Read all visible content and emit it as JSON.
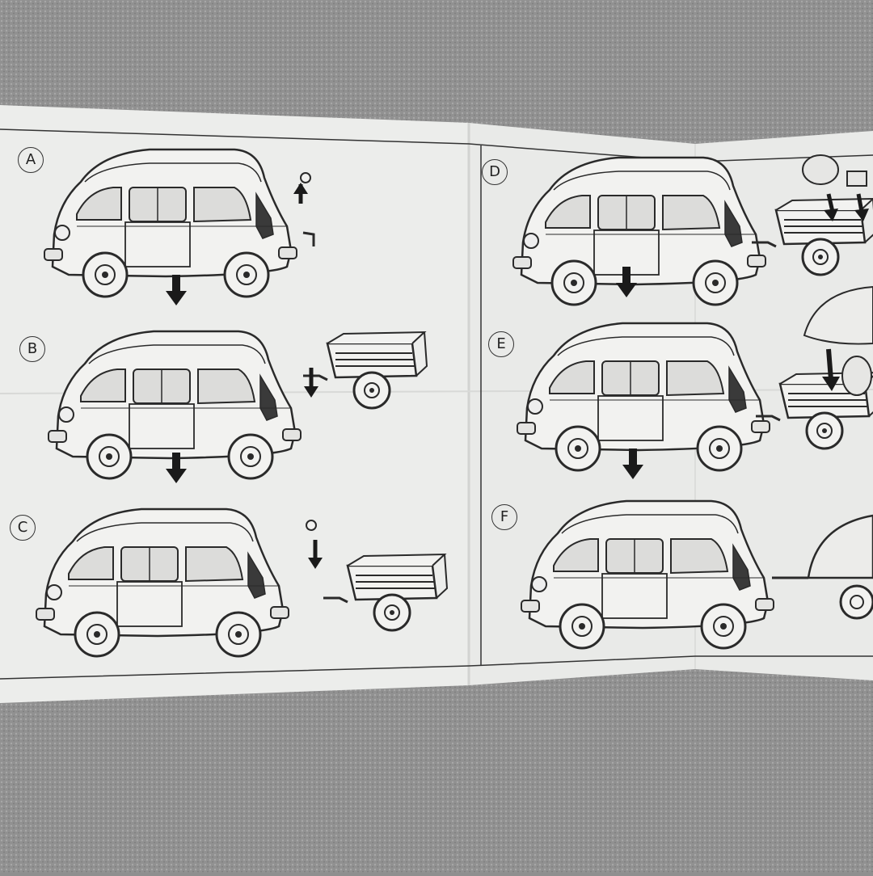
{
  "steps": [
    {
      "label": "A"
    },
    {
      "label": "B"
    },
    {
      "label": "C"
    },
    {
      "label": "D"
    },
    {
      "label": "E"
    },
    {
      "label": "F"
    }
  ],
  "colors": {
    "surface": "#8f8f8f",
    "paper": "#ecedeb",
    "ink": "#2a2a2a",
    "arrow": "#1a1a1a"
  }
}
